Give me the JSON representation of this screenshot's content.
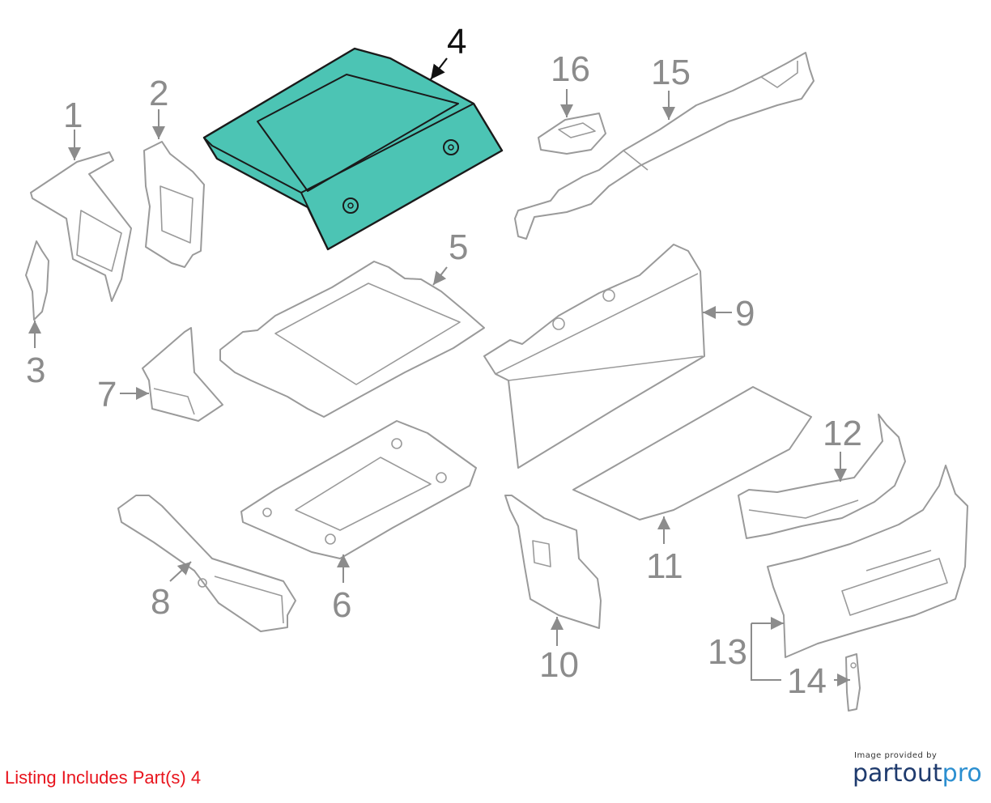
{
  "highlight_color": "#4cc4b4",
  "callouts": [
    "1",
    "2",
    "3",
    "4",
    "5",
    "6",
    "7",
    "8",
    "9",
    "10",
    "11",
    "12",
    "13",
    "14",
    "15",
    "16"
  ],
  "highlighted_part": "4",
  "listing_text": "Listing Includes Part(s) 4",
  "credit": {
    "small_text": "Image provided by",
    "brand_part1": "partout",
    "brand_part2": "pro"
  }
}
